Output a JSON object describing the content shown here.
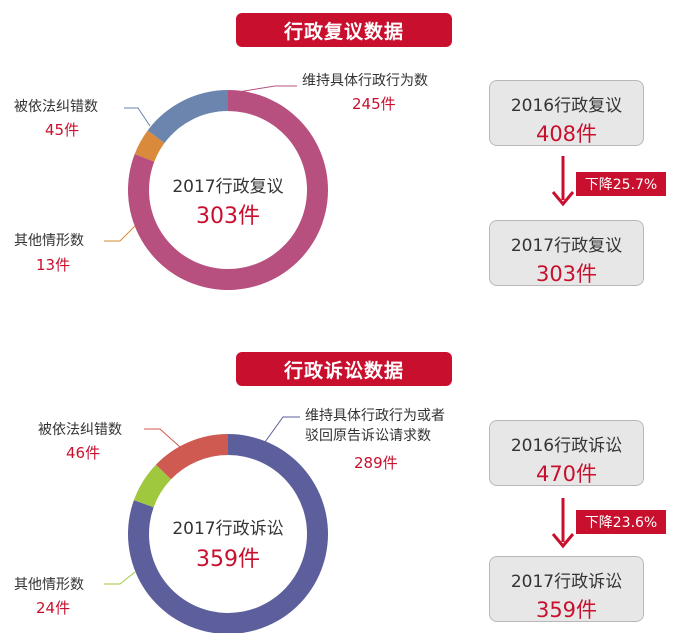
{
  "colors": {
    "accent": "#c8102e",
    "title_bar": "#c8102e",
    "value_text": "#c8102e"
  },
  "chart_data": [
    {
      "type": "pie",
      "title": "行政复议数据",
      "center_label": "2017行政复议",
      "center_value": "303件",
      "total": 303,
      "slices": [
        {
          "name": "维持具体行政行为数",
          "value": 245,
          "display": "245件",
          "color": "#b8507f"
        },
        {
          "name": "其他情形数",
          "value": 13,
          "display": "13件",
          "color": "#d98a3a"
        },
        {
          "name": "被依法纠错数",
          "value": 45,
          "display": "45件",
          "color": "#6b85ae"
        }
      ],
      "comparison": {
        "prev_label": "2016行政复议",
        "prev_value": "408件",
        "curr_label": "2017行政复议",
        "curr_value": "303件",
        "change": "下降25.7%"
      }
    },
    {
      "type": "pie",
      "title": "行政诉讼数据",
      "center_label": "2017行政诉讼",
      "center_value": "359件",
      "total": 359,
      "slices": [
        {
          "name": "维持具体行政行为或者驳回原告诉讼请求数",
          "name_lines": [
            "维持具体行政行为或者",
            "驳回原告诉讼请求数"
          ],
          "value": 289,
          "display": "289件",
          "color": "#5d5f9c"
        },
        {
          "name": "其他情形数",
          "value": 24,
          "display": "24件",
          "color": "#9fc83e"
        },
        {
          "name": "被依法纠错数",
          "value": 46,
          "display": "46件",
          "color": "#cf5a52"
        }
      ],
      "comparison": {
        "prev_label": "2016行政诉讼",
        "prev_value": "470件",
        "curr_label": "2017行政诉讼",
        "curr_value": "359件",
        "change": "下降23.6%"
      }
    }
  ]
}
